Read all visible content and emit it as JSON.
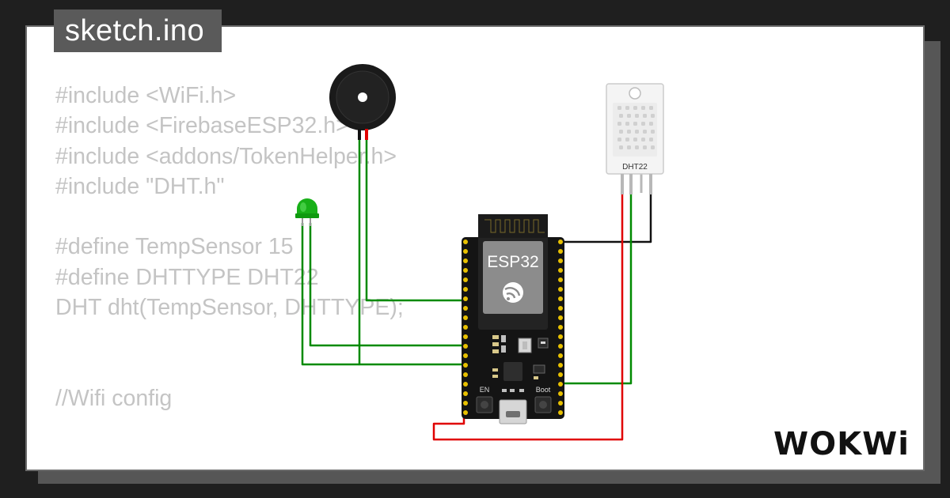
{
  "file_tab": {
    "label": "sketch.ino"
  },
  "code_lines": [
    "#include <WiFi.h>",
    "#include <FirebaseESP32.h>",
    "#include <addons/TokenHelper.h>",
    "#include \"DHT.h\"",
    "",
    "#define TempSensor 15",
    "#define DHTTYPE DHT22",
    "DHT dht(TempSensor, DHTTYPE);",
    "",
    "",
    "//Wifi config"
  ],
  "board": {
    "label": "ESP32",
    "en_label": "EN",
    "boot_label": "Boot"
  },
  "sensor": {
    "label": "DHT22"
  },
  "brand": {
    "name": "WOKWi"
  },
  "colors": {
    "background": "#1f1f1f",
    "card": "#ffffff",
    "tab": "#5a5a5a",
    "code_text": "#c4c4c4",
    "wire_green": "#008a00",
    "wire_red": "#e00000",
    "wire_black": "#111111",
    "board": "#111111",
    "pin_header": "#e8c100"
  }
}
